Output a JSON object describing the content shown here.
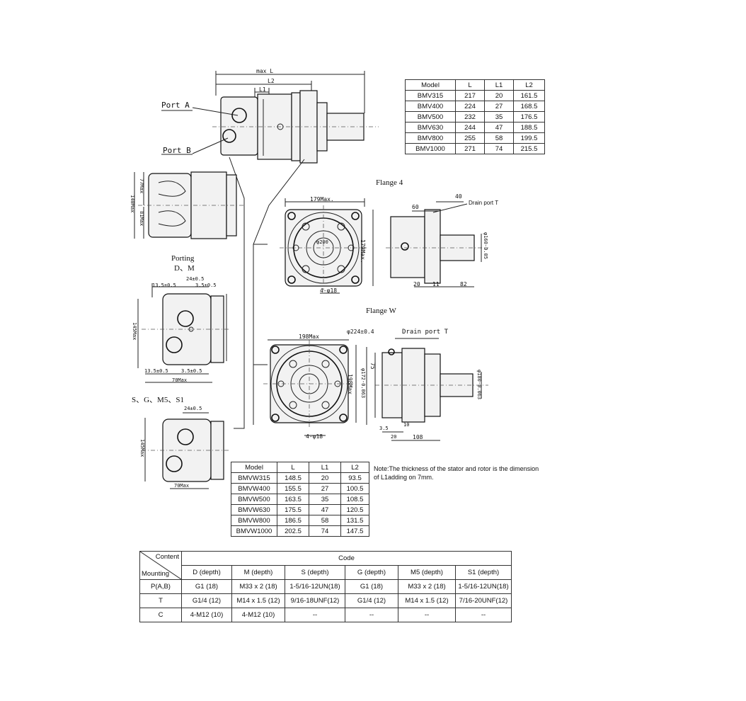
{
  "labels": {
    "port_a": "Port A",
    "port_b": "Port B",
    "flange4": "Flange 4",
    "flangew": "Flange W",
    "porting_title": "Porting",
    "porting_dm": "D、M",
    "porting_sg": "S、G、M5、S1",
    "drain_port_t_small": "Drain port T",
    "drain_port_t_big": "Drain port T",
    "max_l": "max L",
    "l2": "L2",
    "l1": "L1"
  },
  "dims": {
    "f4_179max": "179Max.",
    "f4_179max_v": "179Max.",
    "f4_holes": "4-φ18",
    "f4_pcd": "φ200",
    "f4_40": "40",
    "f4_60": "60",
    "f4_20": "20",
    "f4_11": "11",
    "f4_82": "82",
    "f4_shaft": "φ160-0.05",
    "fw_198max": "198Max",
    "fw_224": "φ224±0.4",
    "fw_198max_v": "198Max",
    "fw_holes": "4-φ18",
    "fw_172": "φ172-0.063",
    "fw_75": "75",
    "fw_10": "10",
    "fw_35": "3.5",
    "fw_20": "20",
    "fw_108": "108",
    "fw_shaft": "φ180-0.063",
    "side_140max": "140Max",
    "side_77max": "77Max",
    "side_81max": "81Max",
    "p_24": "24±0.5",
    "p_135a": "13.5±0.5",
    "p_35a": "3.5±0.5",
    "p_135b": "13.5±0.5",
    "p_35b": "3.5±0.5",
    "p_70max": "70Max",
    "p_145max": "145Max",
    "s_24": "24±0.5",
    "s_145max": "145Max",
    "s_70max": "70Max"
  },
  "bmv_table": {
    "headers": [
      "Model",
      "L",
      "L1",
      "L2"
    ],
    "rows": [
      [
        "BMV315",
        "217",
        "20",
        "161.5"
      ],
      [
        "BMV400",
        "224",
        "27",
        "168.5"
      ],
      [
        "BMV500",
        "232",
        "35",
        "176.5"
      ],
      [
        "BMV630",
        "244",
        "47",
        "188.5"
      ],
      [
        "BMV800",
        "255",
        "58",
        "199.5"
      ],
      [
        "BMV1000",
        "271",
        "74",
        "215.5"
      ]
    ]
  },
  "bmvw_table": {
    "headers": [
      "Model",
      "L",
      "L1",
      "L2"
    ],
    "rows": [
      [
        "BMVW315",
        "148.5",
        "20",
        "93.5"
      ],
      [
        "BMVW400",
        "155.5",
        "27",
        "100.5"
      ],
      [
        "BMVW500",
        "163.5",
        "35",
        "108.5"
      ],
      [
        "BMVW630",
        "175.5",
        "47",
        "120.5"
      ],
      [
        "BMVW800",
        "186.5",
        "58",
        "131.5"
      ],
      [
        "BMVW1000",
        "202.5",
        "74",
        "147.5"
      ]
    ]
  },
  "note": {
    "line1": "Note:The thickness of the stator and rotor is the dimension",
    "line2": "of L1adding on 7mm."
  },
  "code_table": {
    "corner_content": "Content",
    "corner_mounting": "Mounting",
    "code_header": "Code",
    "columns": [
      "D (depth)",
      "M (depth)",
      "S (depth)",
      "G (depth)",
      "M5 (depth)",
      "S1 (depth)"
    ],
    "rows": [
      {
        "label": "P(A,B)",
        "cells": [
          "G1 (18)",
          "M33 x 2  (18)",
          "1-5/16-12UN(18)",
          "G1 (18)",
          "M33 x 2 (18)",
          "1-5/16-12UN(18)"
        ]
      },
      {
        "label": "T",
        "cells": [
          "G1/4  (12)",
          "M14 x 1.5 (12)",
          "9/16-18UNF(12)",
          "G1/4 (12)",
          "M14 x 1.5 (12)",
          "7/16-20UNF(12)"
        ]
      },
      {
        "label": "C",
        "cells": [
          "4-M12  (10)",
          "4-M12  (10)",
          "--",
          "--",
          "--",
          "--"
        ]
      }
    ]
  }
}
